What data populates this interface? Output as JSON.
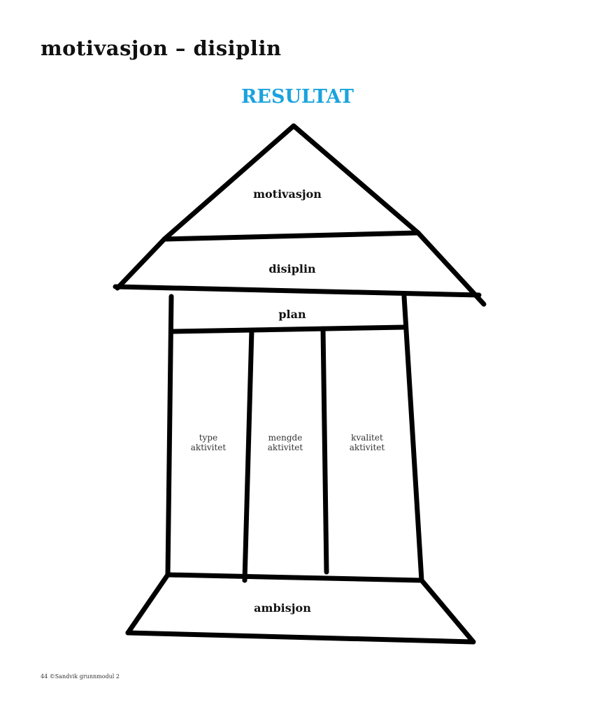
{
  "page_title": "motivasjon – disiplin",
  "diagram": {
    "top_label": "RESULTAT",
    "top_label_color": "#1aa3dd",
    "roof_top": "motivasjon",
    "roof_bottom": "disiplin",
    "beam": "plan",
    "pillars": [
      {
        "line1": "type",
        "line2": "aktivitet"
      },
      {
        "line1": "mengde",
        "line2": "aktivitet"
      },
      {
        "line1": "kvalitet",
        "line2": "aktivitet"
      }
    ],
    "foundation": "ambisjon"
  },
  "footer": "44 ©Sandvik grunnmodul 2"
}
